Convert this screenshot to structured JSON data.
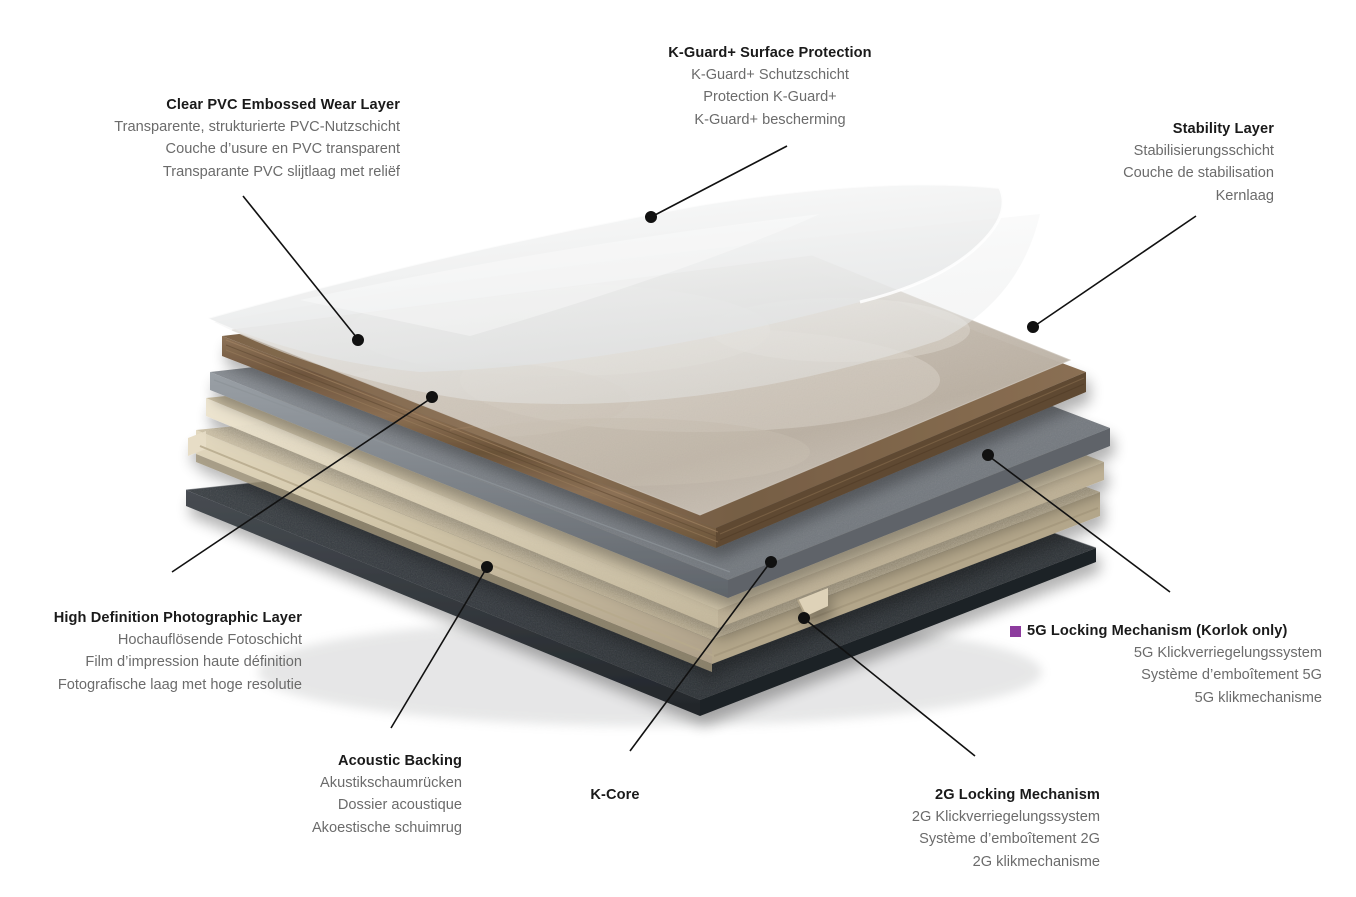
{
  "diagram": {
    "type": "exploded-layer-diagram",
    "subject": "Luxury vinyl tile / plank flooring construction",
    "background_color": "#ffffff",
    "accent_color": "#8d3c9e",
    "leader_line_color": "#111111",
    "layer_stack_top_to_bottom": [
      {
        "name": "Clear PVC Embossed Wear Layer",
        "color": "#e9eaea"
      },
      {
        "name": "K-Guard+ Surface Protection",
        "color": "#f2f2f2"
      },
      {
        "name": "High Definition Photographic Layer",
        "color": "#cfc8bf"
      },
      {
        "name": "Wood grain decor edge",
        "color": "#7b6148"
      },
      {
        "name": "Stability Layer",
        "color": "#7c8187"
      },
      {
        "name": "K-Core",
        "color": "#c9bda4"
      },
      {
        "name": "Locking profile",
        "color": "#ded3bb"
      },
      {
        "name": "Acoustic Backing",
        "color": "#303438"
      }
    ]
  },
  "labels": [
    {
      "id": "k-guard",
      "title": "K-Guard+ Surface Protection",
      "sub": [
        "K-Guard+ Schutzschicht",
        "Protection K-Guard+",
        "K-Guard+ bescherming"
      ],
      "bullet": false
    },
    {
      "id": "wear-layer",
      "title": "Clear PVC Embossed Wear Layer",
      "sub": [
        "Transparente, strukturierte PVC-Nutzschicht",
        "Couche d’usure en PVC transparent",
        "Transparante PVC slijtlaag met reliëf"
      ],
      "bullet": false
    },
    {
      "id": "stability",
      "title": "Stability Layer",
      "sub": [
        "Stabilisierungsschicht",
        "Couche de stabilisation",
        "Kernlaag"
      ],
      "bullet": false
    },
    {
      "id": "photographic",
      "title": "High Definition Photographic Layer",
      "sub": [
        "Hochauflösende Fotoschicht",
        "Film d’impression haute définition",
        "Fotografische laag met hoge resolutie"
      ],
      "bullet": false
    },
    {
      "id": "locking-5g",
      "title": "5G Locking Mechanism (Korlok only)",
      "sub": [
        "5G Klickverriegelungssystem",
        "Système d’emboîtement 5G",
        "5G klikmechanisme"
      ],
      "bullet": true
    },
    {
      "id": "acoustic",
      "title": "Acoustic Backing",
      "sub": [
        "Akustikschaumrücken",
        "Dossier acoustique",
        "Akoestische schuimrug"
      ],
      "bullet": false
    },
    {
      "id": "k-core",
      "title": "K-Core",
      "sub": [],
      "bullet": false
    },
    {
      "id": "locking-2g",
      "title": "2G Locking Mechanism",
      "sub": [
        "2G Klickverriegelungssystem",
        "Système d’emboîtement 2G",
        "2G klikmechanisme"
      ],
      "bullet": false
    }
  ]
}
